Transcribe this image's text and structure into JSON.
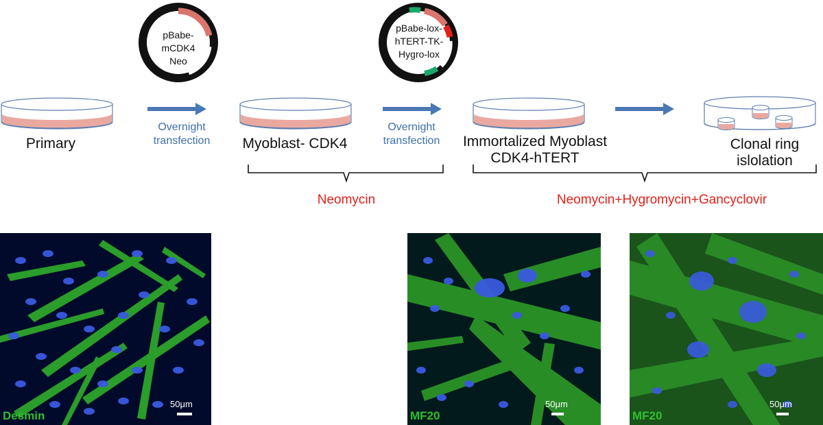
{
  "plasmids": [
    {
      "lines": [
        "pBabe-",
        "mCDK4",
        "Neo"
      ]
    },
    {
      "lines": [
        "pBabe-lox-",
        "hTERT-TK-",
        "Hygro-lox"
      ]
    }
  ],
  "stages": {
    "primary": "Primary",
    "myoblast_cdk4": "Myoblast- CDK4",
    "immortalized_line1": "Immortalized Myoblast",
    "immortalized_line2": "CDK4-hTERT",
    "clonal_line1": "Clonal ring",
    "clonal_line2": "islolation"
  },
  "steps": [
    {
      "line1": "Overnight",
      "line2": "transfection"
    },
    {
      "line1": "Overnight",
      "line2": "transfection"
    }
  ],
  "selection": {
    "first": "Neomycin",
    "second": "Neomycin+Hygromycin+Gancyclovir"
  },
  "panels": [
    {
      "stain": "Desmin",
      "scale": "50μm"
    },
    {
      "stain": "MF20",
      "scale": "50μm"
    },
    {
      "stain": "MF20",
      "scale": "50μm"
    }
  ],
  "colors": {
    "arrow": "#4a78b5",
    "selection_text": "#e3201b",
    "step_text": "#3d6fa8",
    "dish_medium": "#e9a9a0",
    "stain_text": "#2fbf2f"
  }
}
